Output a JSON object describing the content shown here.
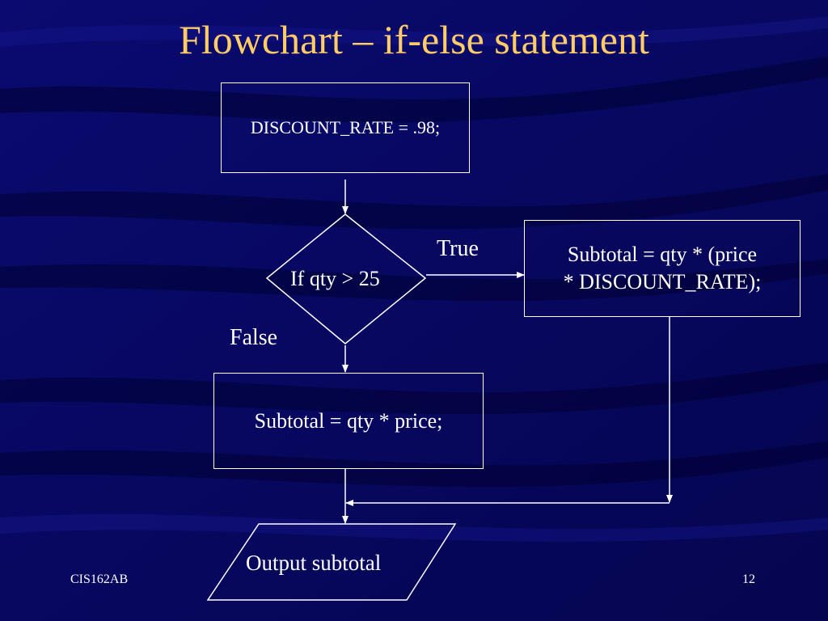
{
  "slide": {
    "title": "Flowchart – if-else statement",
    "footer_left": "CIS162AB",
    "page_number": "12"
  },
  "flowchart": {
    "init_box": "DISCOUNT_RATE = .98;",
    "decision": "If qty > 25",
    "true_label": "True",
    "false_label": "False",
    "true_box_line1": "Subtotal = qty * (price",
    "true_box_line2": "* DISCOUNT_RATE);",
    "false_box": "Subtotal = qty * price;",
    "output": "Output subtotal"
  },
  "colors": {
    "background": "#07075e",
    "title": "#ffcc66",
    "text": "#ffffff",
    "lines": "#ffffff"
  }
}
